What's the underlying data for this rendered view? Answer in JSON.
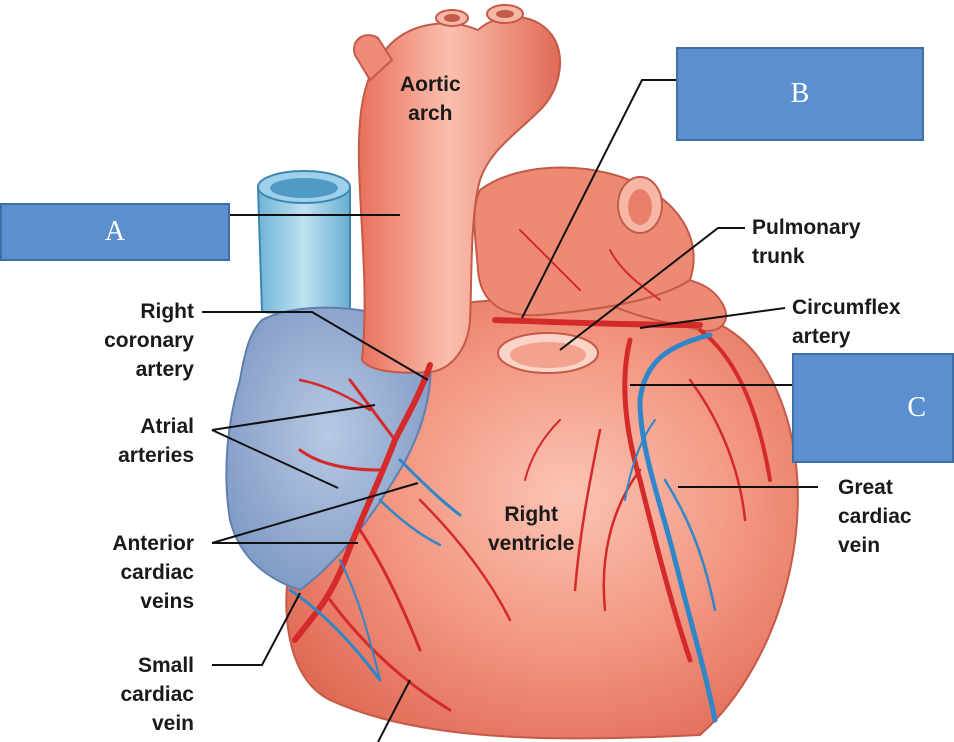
{
  "labels": {
    "aortic_arch": [
      "Aortic",
      "arch"
    ],
    "pulmonary_trunk": [
      "Pulmonary",
      "trunk"
    ],
    "circumflex_artery": [
      "Circumflex",
      "artery"
    ],
    "right_coronary_artery": [
      "Right",
      "coronary",
      "artery"
    ],
    "atrial_arteries": [
      "Atrial",
      "arteries"
    ],
    "anterior_cardiac_veins": [
      "Anterior",
      "cardiac",
      "veins"
    ],
    "small_cardiac_vein": [
      "Small",
      "cardiac",
      "vein"
    ],
    "right_ventricle": [
      "Right",
      "ventricle"
    ],
    "great_cardiac_vein": [
      "Great",
      "cardiac",
      "vein"
    ]
  },
  "answer_boxes": {
    "a": "A",
    "b": "B",
    "c": "C"
  },
  "colors": {
    "box_fill": "#5b8fd0",
    "heart_muscle": "#f08a78",
    "artery": "#d42a2a",
    "vein": "#2f86c8",
    "vena_cava": "#8fc6e0",
    "right_atrium": "#8fa9cf"
  }
}
